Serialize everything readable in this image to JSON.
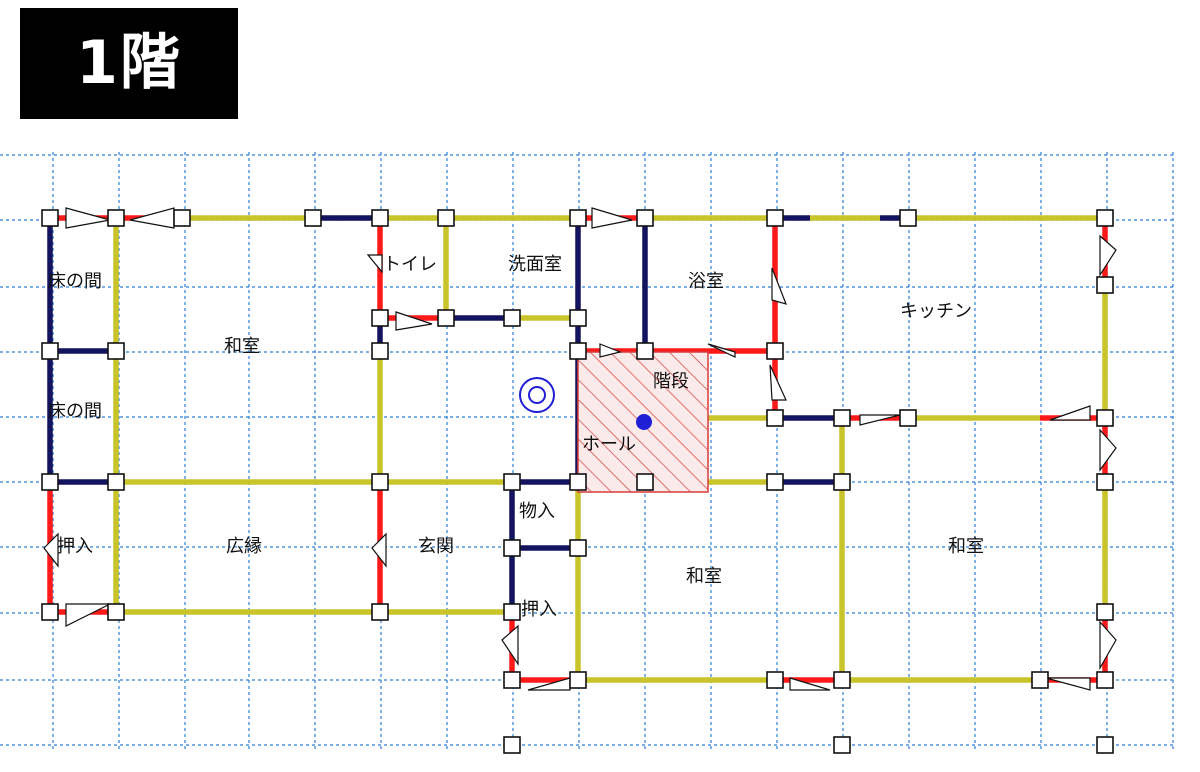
{
  "title": "1階",
  "colors": {
    "grid": "#2e7fd6",
    "red_wall": "#ff1a1a",
    "yellow_wall": "#c9c42a",
    "navy_wall": "#14145e",
    "stair_hatch": "#d63c3c",
    "stair_fill": "#fbeaea",
    "center_dot": "#1f1fd6",
    "post_fill": "#ffffff",
    "post_stroke": "#111111"
  },
  "icons": {
    "column_post": "square-post-icon",
    "wall_brace": "triangle-brace-icon",
    "center_of_gravity": "circle-target-icon",
    "stair_center": "blue-dot-icon"
  },
  "rooms": [
    {
      "id": "tokonoma-1",
      "label": "床の間"
    },
    {
      "id": "tokonoma-2",
      "label": "床の間"
    },
    {
      "id": "washitsu-1",
      "label": "和室"
    },
    {
      "id": "oshiire-1",
      "label": "押入"
    },
    {
      "id": "hiroen",
      "label": "広縁"
    },
    {
      "id": "genkan",
      "label": "玄関"
    },
    {
      "id": "toilet",
      "label": "トイレ"
    },
    {
      "id": "senmenjo",
      "label": "洗面室"
    },
    {
      "id": "yokushitsu",
      "label": "浴室"
    },
    {
      "id": "kitchen",
      "label": "キッチン"
    },
    {
      "id": "kaidan",
      "label": "階段"
    },
    {
      "id": "hall",
      "label": "ホール"
    },
    {
      "id": "monoire",
      "label": "物入"
    },
    {
      "id": "oshiire-2",
      "label": "押入"
    },
    {
      "id": "washitsu-2",
      "label": "和室"
    },
    {
      "id": "washitsu-3",
      "label": "和室"
    }
  ]
}
